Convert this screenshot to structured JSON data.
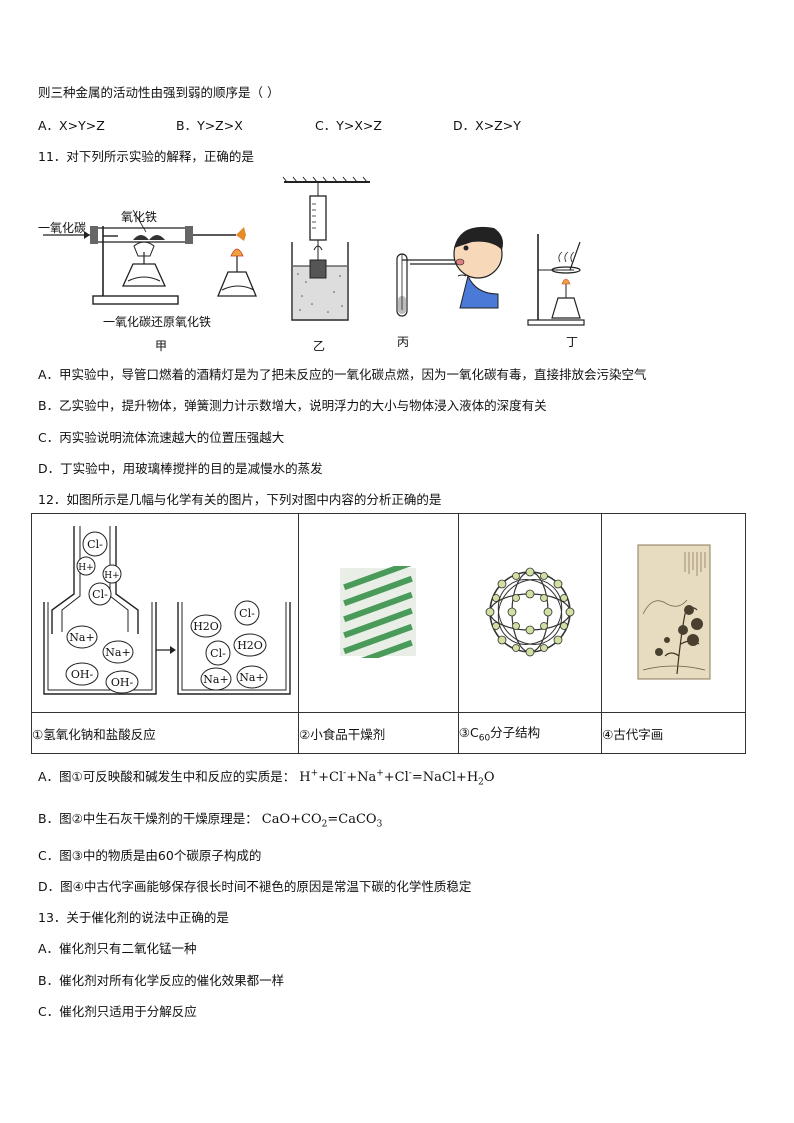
{
  "q10": {
    "stem": "则三种金属的活动性由强到弱的顺序是（ ）",
    "options": [
      "A．X>Y>Z",
      "B．Y>Z>X",
      "C．Y>X>Z",
      "D．X>Z>Y"
    ]
  },
  "q11": {
    "stem": "11．对下列所示实验的解释，正确的是",
    "fig_labels": {
      "co_in": "一氧化碳",
      "fe2o3": "氧化铁",
      "setup_caption": "一氧化碳还原氧化铁",
      "jia": "甲",
      "yi": "乙",
      "bing": "丙",
      "ding": "丁"
    },
    "options": [
      "A．甲实验中，导管口燃着的酒精灯是为了把未反应的一氧化碳点燃，因为一氧化碳有毒，直接排放会污染空气",
      "B．乙实验中，提升物体，弹簧测力计示数增大，说明浮力的大小与物体浸入液体的深度有关",
      "C．丙实验说明流体流速越大的位置压强越大",
      "D．丁实验中，用玻璃棒搅拌的目的是减慢水的蒸发"
    ]
  },
  "q12": {
    "stem": "12．如图所示是几幅与化学有关的图片，下列对图中内容的分析正确的是",
    "ions_left": [
      "Cl-",
      "H+",
      "H+",
      "Cl-",
      "Na+",
      "Na+",
      "OH-",
      "OH-"
    ],
    "ions_right": [
      "Cl-",
      "H2O",
      "H2O",
      "Cl-",
      "Na+",
      "Na+"
    ],
    "captions": [
      "①氢氧化钠和盐酸反应",
      "②小食品干燥剂",
      "③C",
      "分子结构",
      "④古代字画"
    ],
    "c60_sub": "60",
    "optA_text": "A．图①可反映酸和碱发生中和反应的实质是：",
    "optB_text": "B．图②中生石灰干燥剂的干燥原理是：",
    "optC": "C．图③中的物质是由60个碳原子构成的",
    "optD": "D．图④中古代字画能够保存很长时间不褪色的原因是常温下碳的化学性质稳定"
  },
  "q13": {
    "stem": "13．关于催化剂的说法中正确的是",
    "options": [
      "A．催化剂只有二氧化锰一种",
      "B．催化剂对所有化学反应的催化效果都一样",
      "C．催化剂只适用于分解反应"
    ]
  },
  "colors": {
    "text": "#111111",
    "border": "#333333",
    "packet_green": "#4a9a5a",
    "ball_green": "#cfe0a0"
  }
}
